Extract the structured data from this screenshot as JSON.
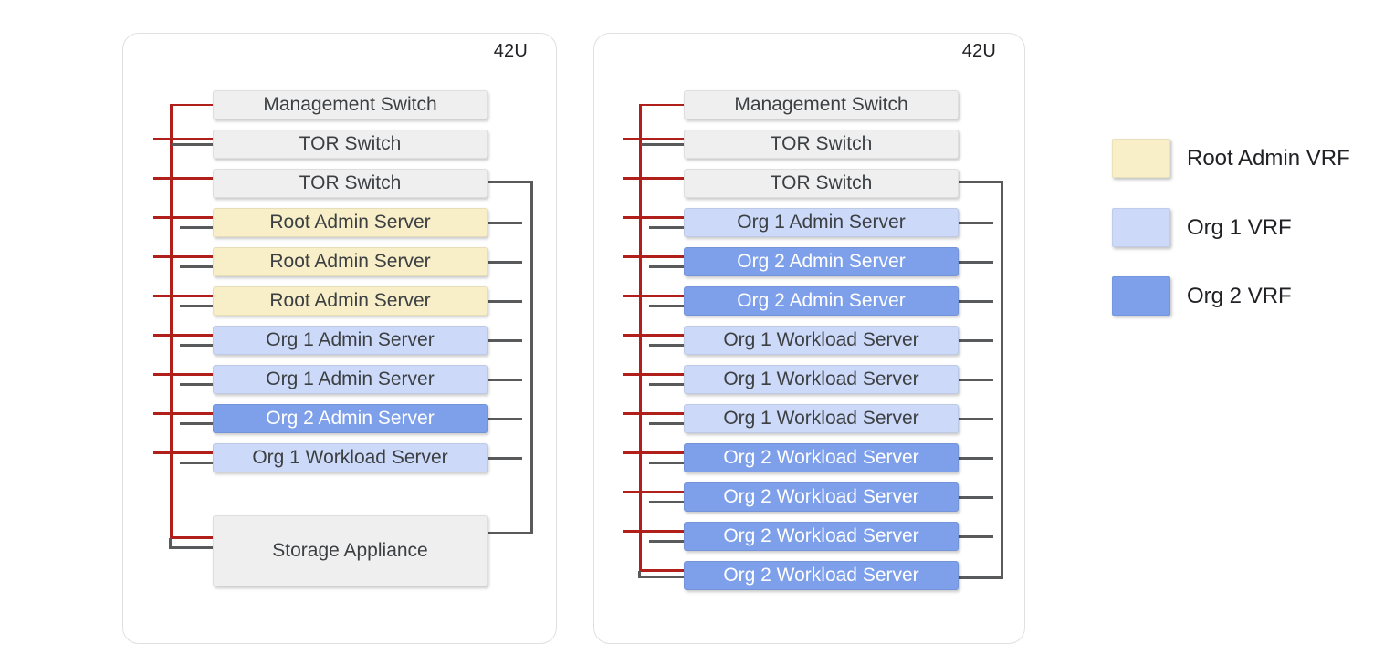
{
  "racks": [
    {
      "capacity_label": "42U",
      "units": [
        {
          "label": "Management Switch",
          "style": "switch"
        },
        {
          "label": "TOR Switch",
          "style": "switch"
        },
        {
          "label": "TOR Switch",
          "style": "switch"
        },
        {
          "label": "Root Admin Server",
          "style": "root_admin"
        },
        {
          "label": "Root Admin Server",
          "style": "root_admin"
        },
        {
          "label": "Root Admin Server",
          "style": "root_admin"
        },
        {
          "label": "Org 1 Admin Server",
          "style": "org1"
        },
        {
          "label": "Org 1 Admin Server",
          "style": "org1"
        },
        {
          "label": "Org 2 Admin Server",
          "style": "org2"
        },
        {
          "label": "Org 1 Workload Server",
          "style": "org1"
        },
        {
          "label": "Storage Appliance",
          "style": "switch",
          "tall": true
        }
      ]
    },
    {
      "capacity_label": "42U",
      "units": [
        {
          "label": "Management Switch",
          "style": "switch"
        },
        {
          "label": "TOR Switch",
          "style": "switch"
        },
        {
          "label": "TOR Switch",
          "style": "switch"
        },
        {
          "label": "Org 1 Admin Server",
          "style": "org1"
        },
        {
          "label": "Org 2 Admin Server",
          "style": "org2"
        },
        {
          "label": "Org 2 Admin Server",
          "style": "org2"
        },
        {
          "label": "Org 1 Workload Server",
          "style": "org1"
        },
        {
          "label": "Org 1 Workload Server",
          "style": "org1"
        },
        {
          "label": "Org 1 Workload Server",
          "style": "org1"
        },
        {
          "label": "Org 2 Workload Server",
          "style": "org2"
        },
        {
          "label": "Org 2 Workload Server",
          "style": "org2"
        },
        {
          "label": "Org 2 Workload Server",
          "style": "org2"
        },
        {
          "label": "Org 2 Workload Server",
          "style": "org2"
        }
      ]
    }
  ],
  "legend": {
    "items": [
      {
        "label": "Root Admin VRF",
        "style": "root_admin"
      },
      {
        "label": "Org 1 VRF",
        "style": "org1"
      },
      {
        "label": "Org 2 VRF",
        "style": "org2"
      }
    ]
  },
  "palette": {
    "switch": "#EFEFEF",
    "root_admin": "#F8EFC8",
    "org1": "#CDD9F8",
    "org2": "#7E9FEA"
  },
  "colors": {
    "management_network_line": "#B01F1A",
    "data_network_line": "#595A5C",
    "rack_border": "#DEE0E3",
    "unit_text": "#3C4043",
    "unit_text_inverse": "#FFFFFF"
  }
}
